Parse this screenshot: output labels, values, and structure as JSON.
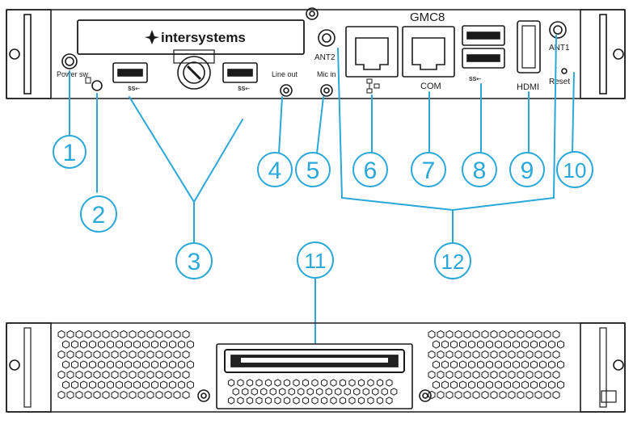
{
  "front_panel": {
    "model_label": "GMC8",
    "brand_logo_text": "intersystems",
    "labels": {
      "power_sw": "Power sw",
      "line_out": "Line out",
      "mic_in": "Mic in",
      "ant2": "ANT2",
      "com": "COM",
      "hdmi": "HDMI",
      "ant1": "ANT1",
      "reset": "Reset"
    }
  },
  "callouts": [
    "1",
    "2",
    "3",
    "4",
    "5",
    "6",
    "7",
    "8",
    "9",
    "10",
    "11",
    "12"
  ],
  "colors": {
    "callout": "#2aa9d9",
    "chassis_stroke": "#1a1a1a",
    "panel_fill": "#ffffff",
    "dark_fill": "#222222"
  }
}
